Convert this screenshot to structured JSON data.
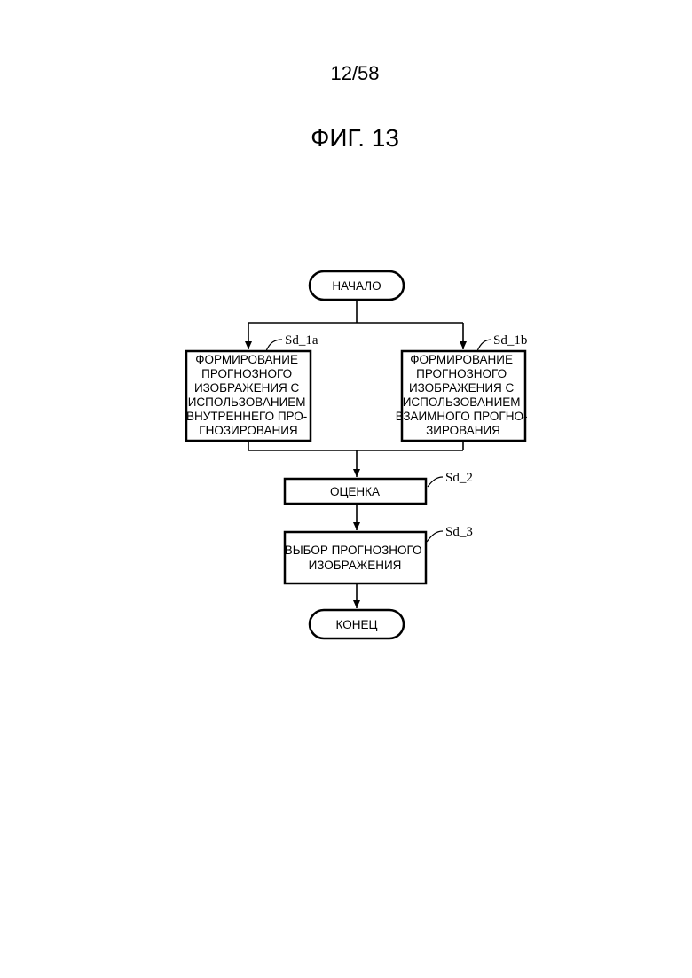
{
  "header": {
    "page_number": "12/58",
    "figure_title": "ФИГ. 13"
  },
  "flowchart": {
    "start": "НАЧАЛО",
    "intra_step": {
      "ref": "Sd_1a",
      "lines": [
        "ФОРМИРОВАНИЕ",
        "ПРОГНОЗНОГО",
        "ИЗОБРАЖЕНИЯ С",
        "ИСПОЛЬЗОВАНИЕМ",
        "ВНУТРЕННЕГО ПРО-",
        "ГНОЗИРОВАНИЯ"
      ]
    },
    "inter_step": {
      "ref": "Sd_1b",
      "lines": [
        "ФОРМИРОВАНИЕ",
        "ПРОГНОЗНОГО",
        "ИЗОБРАЖЕНИЯ С",
        "ИСПОЛЬЗОВАНИЕМ",
        "ВЗАИМНОГО ПРОГНО-",
        "ЗИРОВАНИЯ"
      ]
    },
    "evaluate_step": {
      "ref": "Sd_2",
      "lines": [
        "ОЦЕНКА"
      ]
    },
    "select_step": {
      "ref": "Sd_3",
      "lines": [
        "ВЫБОР ПРОГНОЗНОГО",
        "ИЗОБРАЖЕНИЯ"
      ]
    },
    "end": "КОНЕЦ"
  }
}
